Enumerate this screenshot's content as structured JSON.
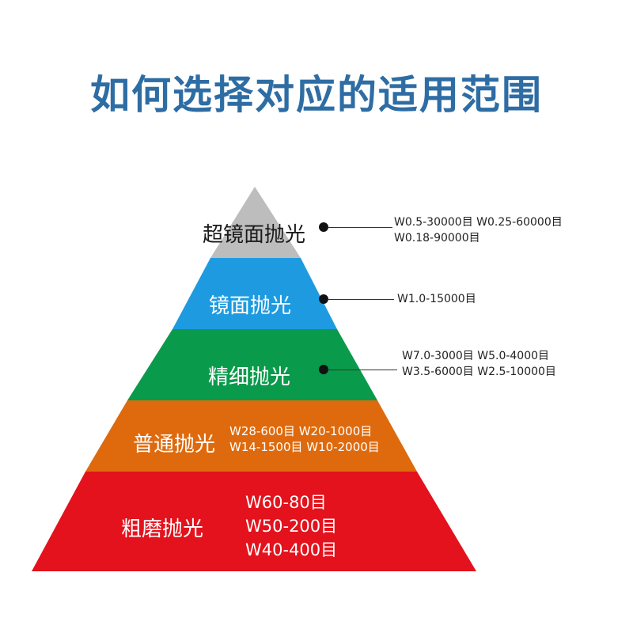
{
  "title": "如何选择对应的适用范围",
  "colors": {
    "title": "#2e6da4",
    "super_mirror": "#bdbdbd",
    "mirror": "#1e9be0",
    "fine": "#0a9a4b",
    "normal": "#de6a0d",
    "coarse": "#e3121c"
  },
  "tiers": [
    {
      "name": "超镜面抛光",
      "specs": [
        "W0.5-30000目 W0.25-60000目",
        "W0.18-90000目"
      ]
    },
    {
      "name": "镜面抛光",
      "specs": [
        "W1.0-15000目"
      ]
    },
    {
      "name": "精细抛光",
      "specs": [
        "W7.0-3000目 W5.0-4000目",
        "W3.5-6000目 W2.5-10000目"
      ]
    },
    {
      "name": "普通抛光",
      "specs": [
        "W28-600目 W20-1000目",
        "W14-1500目 W10-2000目"
      ]
    },
    {
      "name": "粗磨抛光",
      "specs": [
        "W60-80目",
        "W50-200目",
        "W40-400目"
      ]
    }
  ]
}
